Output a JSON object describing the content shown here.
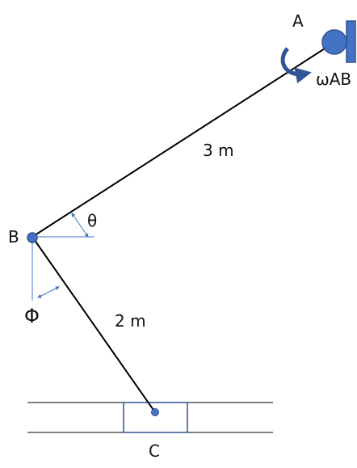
{
  "labels": {
    "point_a": "A",
    "point_b": "B",
    "point_c": "C",
    "omega_ab": "ωAB",
    "theta": "θ",
    "phi": "Φ",
    "length_ab": "3 m",
    "length_bc": "2 m"
  },
  "colors": {
    "link": "#000000",
    "node_fill": "#4472c4",
    "node_stroke": "#2f528f",
    "angle_marker": "#4472c4",
    "rotation_arrow": "#2f5597",
    "slider_block": "#2f528f",
    "rail": "#000000"
  },
  "icons": {
    "wall_support": "wall-support-icon",
    "rotation_arrow": "curved-arrow-icon"
  }
}
